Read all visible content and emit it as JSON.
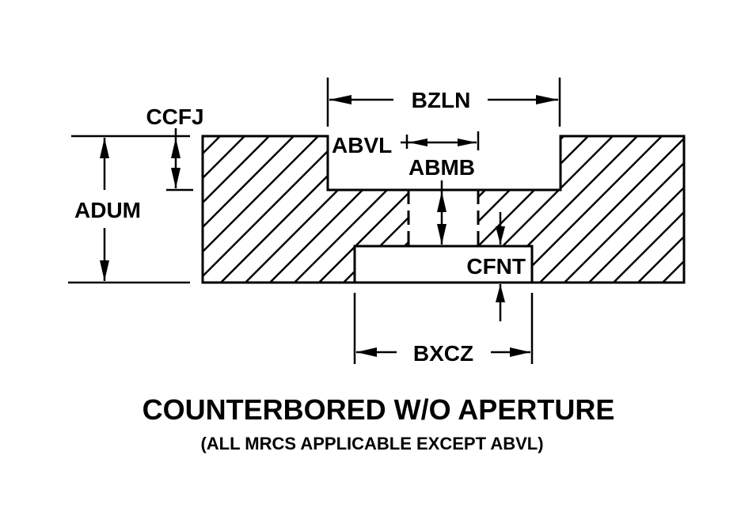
{
  "diagram": {
    "title": "COUNTERBORED W/O APERTURE",
    "subtitle": "(ALL MRCS APPLICABLE EXCEPT ABVL)",
    "colors": {
      "ink": "#000000",
      "background": "#ffffff"
    },
    "dimensions": {
      "bzln": "BZLN",
      "ccfj": "CCFJ",
      "abvl": "ABVL",
      "abmb": "ABMB",
      "adum": "ADUM",
      "cfnt": "CFNT",
      "bxcz": "BXCZ"
    }
  }
}
